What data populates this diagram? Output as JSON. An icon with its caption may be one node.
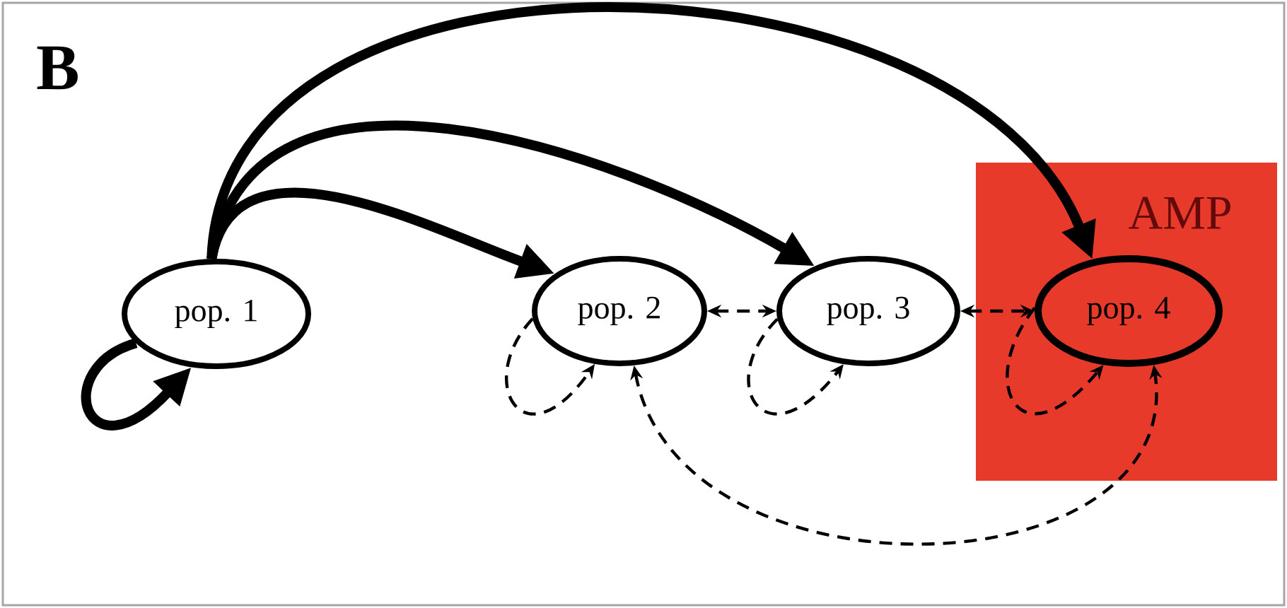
{
  "diagram": {
    "nodes": [
      {
        "text": [
          "pop. 1"
        ]
      },
      {
        "text": [
          "pop. 2"
        ]
      },
      {
        "text": [
          "pop. 3"
        ]
      },
      {
        "text": [
          "AMP"
        ]
      },
      {
        "text": [
          "pop. 4"
        ],
        "in": 3
      }
    ],
    "edges": [
      {
        "from": 0,
        "to": 0,
        "arrow": "to",
        "style": "thick"
      },
      {
        "from": 0,
        "to": 1,
        "arrow": "to",
        "style": "thick"
      },
      {
        "from": 0,
        "to": 2,
        "arrow": "to",
        "style": "thick"
      },
      {
        "from": 0,
        "to": 4,
        "arrow": "to",
        "style": "thick"
      },
      {
        "from": 1,
        "to": 2,
        "arrow": "both",
        "style": "dashed"
      },
      {
        "from": 2,
        "to": 4,
        "arrow": "both",
        "style": "dashed"
      },
      {
        "from": 1,
        "to": 1,
        "arrow": "to",
        "style": "dashed"
      },
      {
        "from": 2,
        "to": 2,
        "arrow": "to",
        "style": "dashed"
      },
      {
        "from": 4,
        "to": 4,
        "arrow": "to",
        "style": "dashed"
      },
      {
        "from": 1,
        "to": 4,
        "arrow": "both",
        "style": "dashed"
      }
    ],
    "labels": [
      "B"
    ]
  }
}
